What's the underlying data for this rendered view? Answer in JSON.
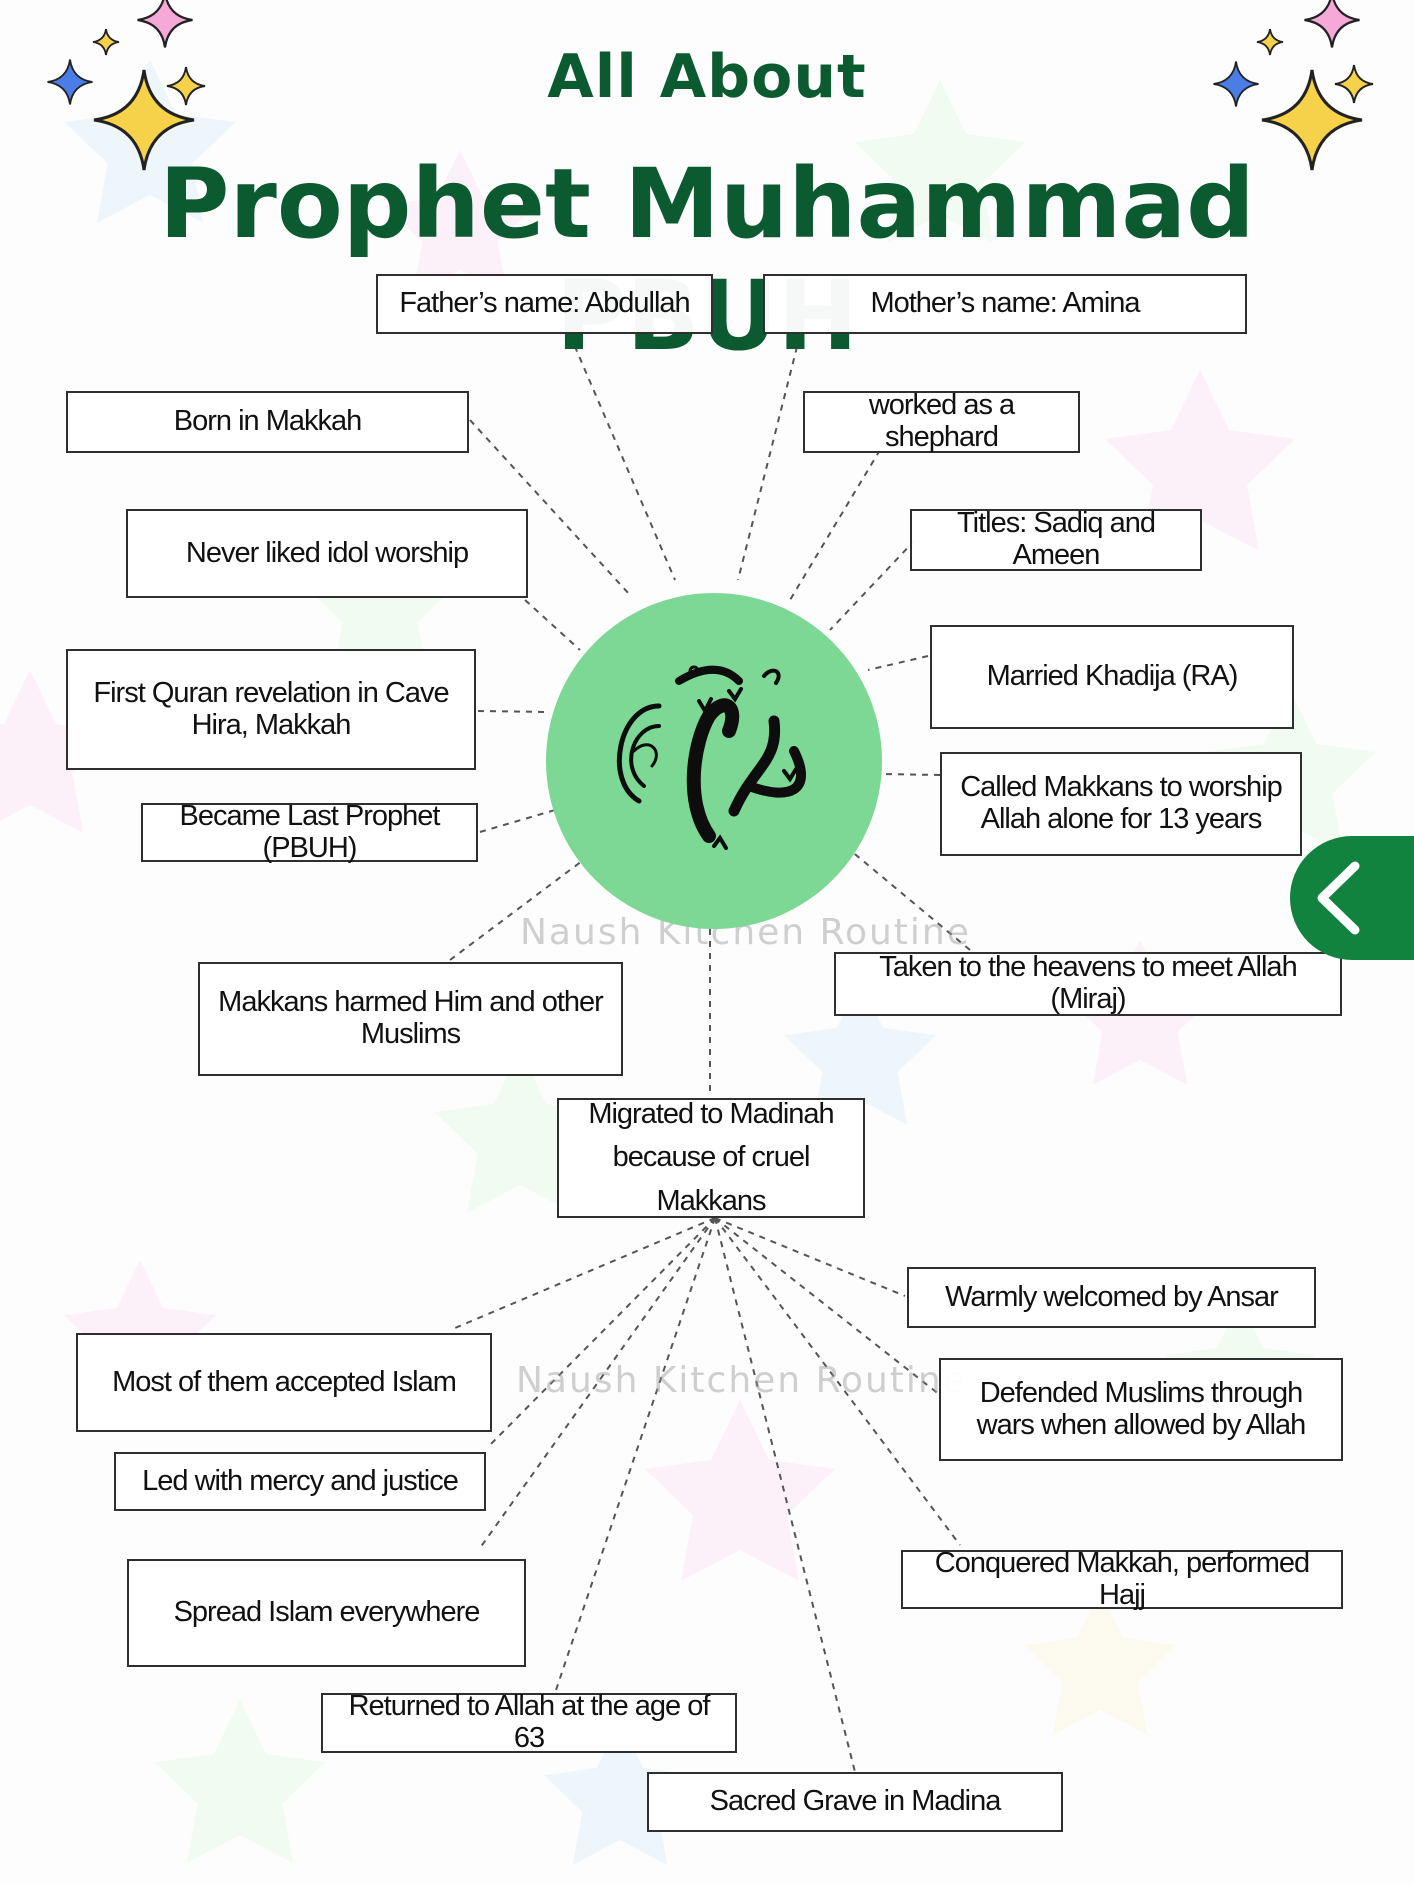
{
  "title": {
    "line1": "All About",
    "line2": "Prophet Muhammad PBUH"
  },
  "center": {
    "icon": "muhammad-calligraphy-icon",
    "color": "#7dd795"
  },
  "watermarks": [
    "Naush Kitchen Routine",
    "Naush Kitchen Routine"
  ],
  "colors": {
    "title": "#0c5a2f",
    "nav_button": "#12823f",
    "circle": "#7dd795"
  },
  "facts": [
    {
      "id": "father",
      "lines": [
        "Father’s  name: Abdullah"
      ]
    },
    {
      "id": "mother",
      "lines": [
        "Mother’s name: Amina"
      ]
    },
    {
      "id": "born",
      "lines": [
        "Born in Makkah"
      ]
    },
    {
      "id": "shepherd",
      "lines": [
        "worked as a shephard"
      ]
    },
    {
      "id": "idol",
      "lines": [
        "Never liked idol worship"
      ]
    },
    {
      "id": "titles",
      "lines": [
        "Titles: Sadiq and Ameen"
      ]
    },
    {
      "id": "revelation",
      "lines": [
        "First Quran revelation in Cave",
        "Hira, Makkah"
      ]
    },
    {
      "id": "khadija",
      "lines": [
        "Married Khadija (RA)"
      ]
    },
    {
      "id": "called",
      "lines": [
        "Called Makkans to worship",
        "Allah alone for 13 years"
      ]
    },
    {
      "id": "last-prophet",
      "lines": [
        "Became Last Prophet (PBUH)"
      ]
    },
    {
      "id": "harmed",
      "lines": [
        "Makkans harmed Him and other",
        "Muslims"
      ]
    },
    {
      "id": "miraj",
      "lines": [
        "Taken to the heavens to meet Allah (Miraj)"
      ]
    },
    {
      "id": "madinah",
      "lines": [
        "Migrated to Madinah",
        "because of cruel Makkans"
      ]
    },
    {
      "id": "ansar",
      "lines": [
        "Warmly welcomed by Ansar"
      ]
    },
    {
      "id": "accepted",
      "lines": [
        "Most of them accepted Islam"
      ]
    },
    {
      "id": "defended",
      "lines": [
        "Defended Muslims through",
        "wars when allowed by Allah"
      ]
    },
    {
      "id": "mercy",
      "lines": [
        "Led with mercy and justice"
      ]
    },
    {
      "id": "conquered",
      "lines": [
        "Conquered Makkah, performed Hajj"
      ]
    },
    {
      "id": "spread",
      "lines": [
        "Spread Islam everywhere"
      ]
    },
    {
      "id": "returned",
      "lines": [
        "Returned to Allah at the age of 63"
      ]
    },
    {
      "id": "grave",
      "lines": [
        "Sacred Grave in Madina"
      ]
    }
  ]
}
